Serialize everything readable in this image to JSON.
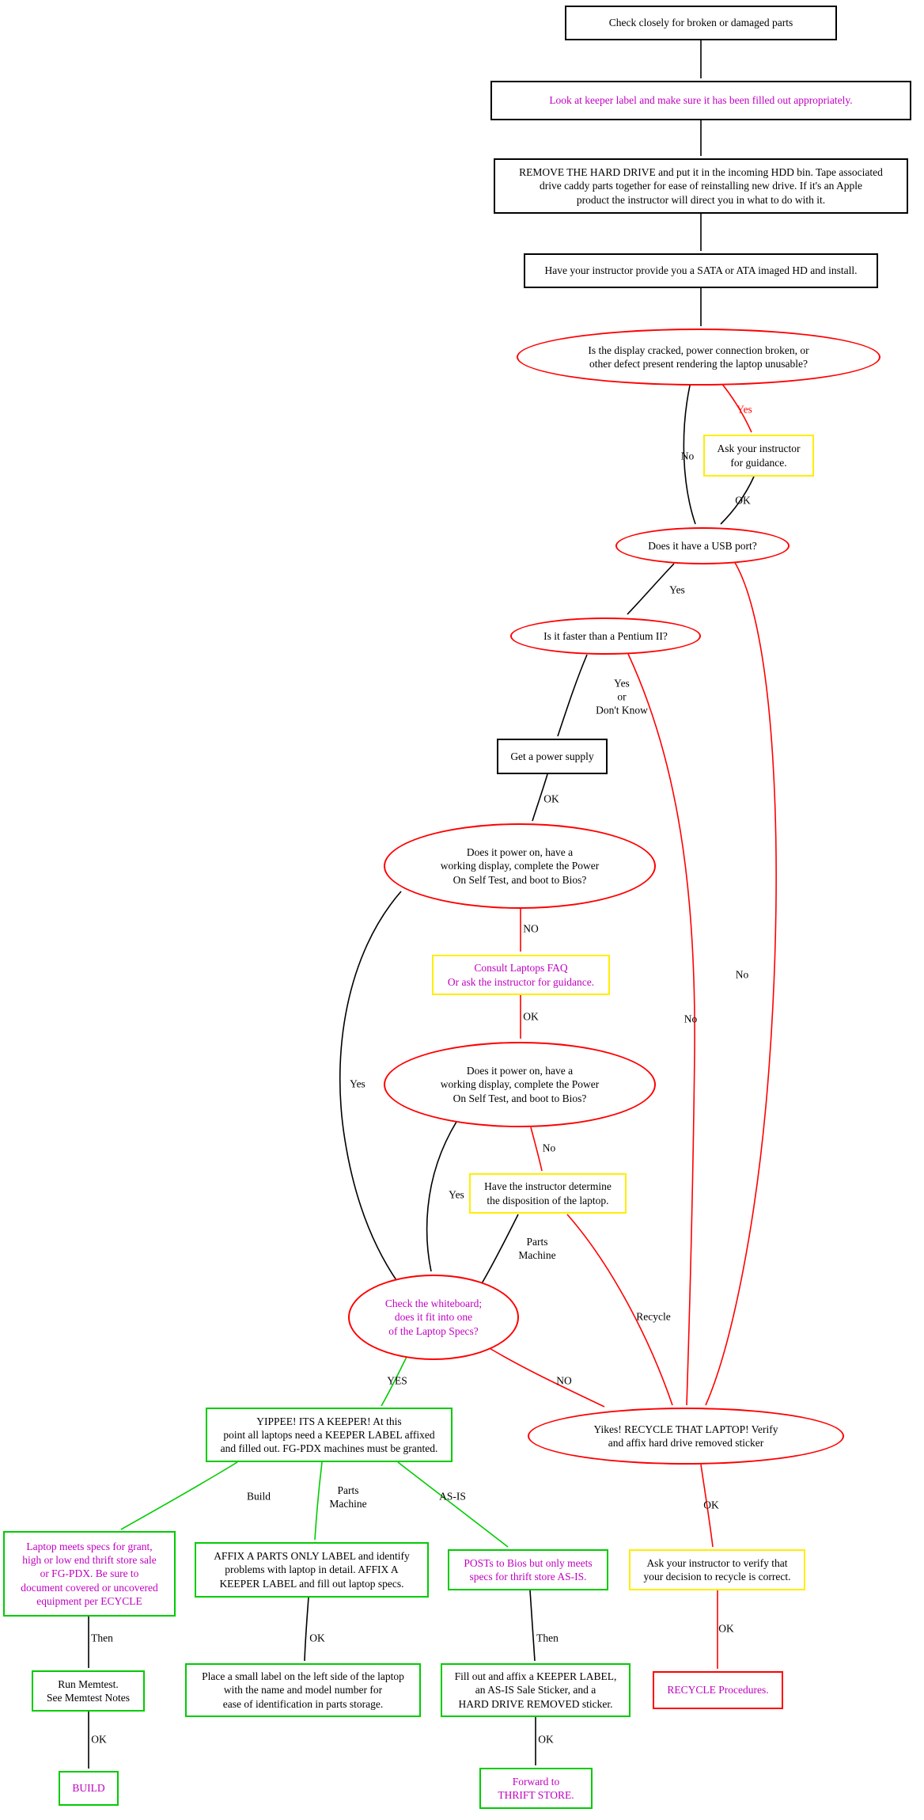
{
  "colors": {
    "edge_black": "#000000",
    "edge_red": "#ff0000",
    "edge_green": "#00cc00",
    "border_yellow": "#ffee00",
    "border_green": "#00cc00",
    "border_red": "#ff0000",
    "text_magenta": "#c000c0"
  },
  "nodes": {
    "check_parts": {
      "text": "Check closely for broken or damaged parts"
    },
    "keeper_label": {
      "text": "Look at keeper label and make sure it has been filled out appropriately."
    },
    "remove_hdd": {
      "text": "REMOVE THE HARD DRIVE and put it in the incoming HDD bin. Tape associated\ndrive caddy parts together for ease of reinstalling new drive. If it's an Apple\nproduct the instructor will direct you in what to do with it."
    },
    "sata": {
      "text": "Have your instructor provide you a SATA or ATA imaged HD and install."
    },
    "display_cracked": {
      "text": "Is the display cracked, power connection broken, or\nother defect present rendering the laptop unusable?"
    },
    "ask_guidance": {
      "text": "Ask your instructor\nfor guidance."
    },
    "usb_port": {
      "text": "Does it have a USB port?"
    },
    "pentium": {
      "text": "Is it faster than a Pentium II?"
    },
    "get_power": {
      "text": "Get a power supply"
    },
    "power_on_1": {
      "text": "Does it power on, have a\nworking display, complete the Power\nOn Self Test, and boot to Bios?"
    },
    "consult_faq": {
      "text": "Consult Laptops FAQ\nOr ask the instructor for guidance."
    },
    "power_on_2": {
      "text": "Does it power on, have a\nworking display, complete the Power\nOn Self Test, and boot to Bios?"
    },
    "have_disposition": {
      "text": "Have the instructor determine\nthe disposition of the laptop."
    },
    "check_whiteboard": {
      "text": "Check the whiteboard;\ndoes it fit into one\nof the Laptop Specs?"
    },
    "yippee": {
      "text": "YIPPEE! ITS A KEEPER! At this\npoint all laptops need a KEEPER LABEL affixed\nand filled out. FG-PDX machines must be granted."
    },
    "yikes_recycle": {
      "text": "Yikes! RECYCLE THAT LAPTOP! Verify\nand affix hard drive removed sticker"
    },
    "laptop_meets": {
      "text": "Laptop meets specs for grant,\nhigh or low end thrift store sale\nor FG-PDX. Be sure to\ndocument covered or uncovered\nequipment per ECYCLE"
    },
    "affix_parts": {
      "text": "AFFIX A PARTS ONLY LABEL and identify\nproblems with laptop in detail. AFFIX A\nKEEPER LABEL and fill out laptop specs."
    },
    "posts_bios": {
      "text": "POSTs to Bios but only meets\nspecs for thrift store AS-IS."
    },
    "ask_verify": {
      "text": "Ask your instructor to verify that\nyour decision to recycle is correct."
    },
    "run_memtest": {
      "text": "Run Memtest.\nSee Memtest Notes"
    },
    "place_label": {
      "text": "Place a small label on the left side of the laptop\nwith the name and model number for\nease of identification in parts storage."
    },
    "fill_out": {
      "text": "Fill out and affix a KEEPER LABEL,\nan AS-IS Sale Sticker, and a\nHARD DRIVE REMOVED sticker."
    },
    "recycle_procedures": {
      "text": "RECYCLE Procedures."
    },
    "build": {
      "text": "BUILD"
    },
    "forward_thrift": {
      "text": "Forward to\nTHRIFT STORE."
    }
  },
  "edge_labels": {
    "display_yes": "Yes",
    "display_no": "No",
    "guidance_ok": "OK",
    "usb_yes": "Yes",
    "usb_no": "No",
    "pentium_yes": "Yes\nor\nDon't Know",
    "pentium_no": "No",
    "power_ok": "OK",
    "poweron1_no": "NO",
    "poweron1_yes": "Yes",
    "consult_ok": "OK",
    "poweron2_no": "No",
    "poweron2_yes": "Yes",
    "disposition_parts": "Parts\nMachine",
    "disposition_recycle": "Recycle",
    "whiteboard_yes": "YES",
    "whiteboard_no": "NO",
    "yikes_ok": "OK",
    "verify_ok": "OK",
    "yippee_build": "Build",
    "yippee_parts": "Parts\nMachine",
    "yippee_asis": "AS-IS",
    "meets_then": "Then",
    "memtest_ok": "OK",
    "affix_ok": "OK",
    "posts_then": "Then",
    "fillout_ok": "OK"
  }
}
